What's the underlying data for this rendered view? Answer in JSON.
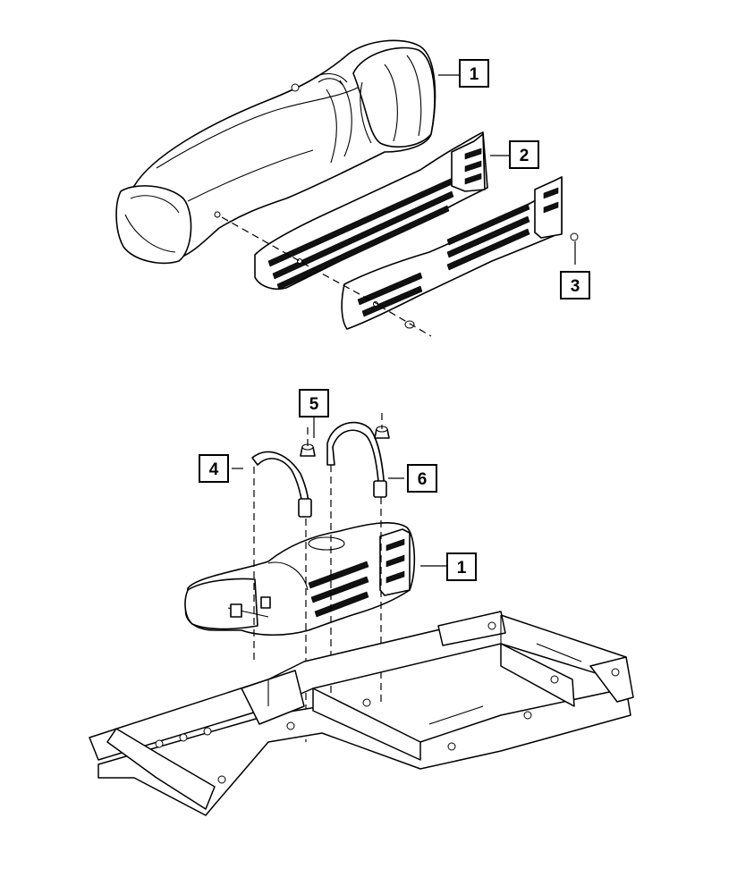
{
  "callouts": {
    "c1_top": "1",
    "c2": "2",
    "c3": "3",
    "c4": "4",
    "c5": "5",
    "c6": "6",
    "c1_bottom": "1"
  }
}
